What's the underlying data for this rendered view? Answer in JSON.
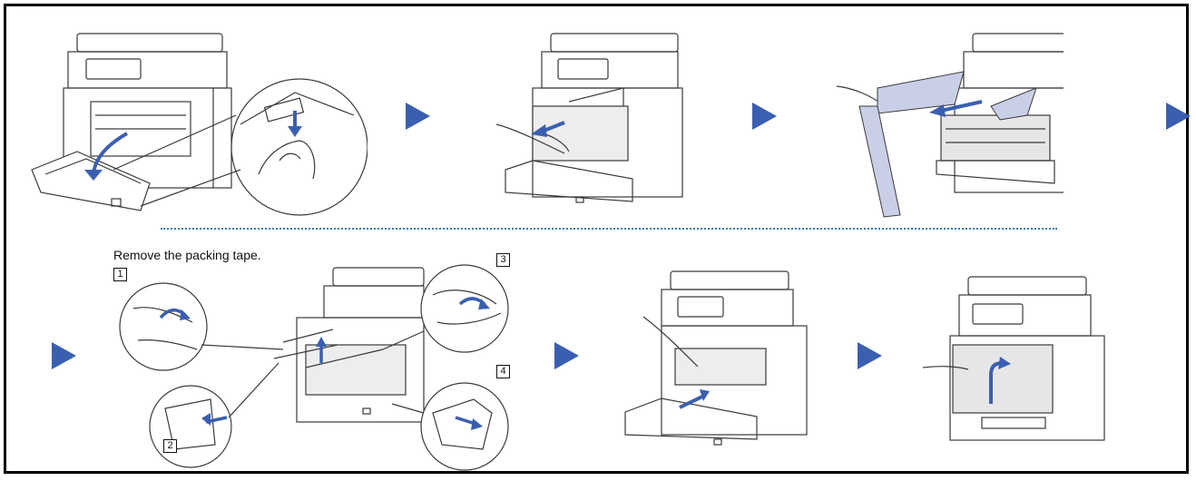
{
  "instructions": {
    "caption": "Remove the packing tape.",
    "step_numbers": [
      "1",
      "2",
      "3",
      "4"
    ]
  },
  "colors": {
    "arrow": "#3b5fb0",
    "tape": "#c9cfe6",
    "line": "#3a3a3a",
    "divider": "#3b7fa8"
  },
  "icons": {
    "next_step": "right-triangle-arrow",
    "motion": "curved-blue-arrow"
  }
}
